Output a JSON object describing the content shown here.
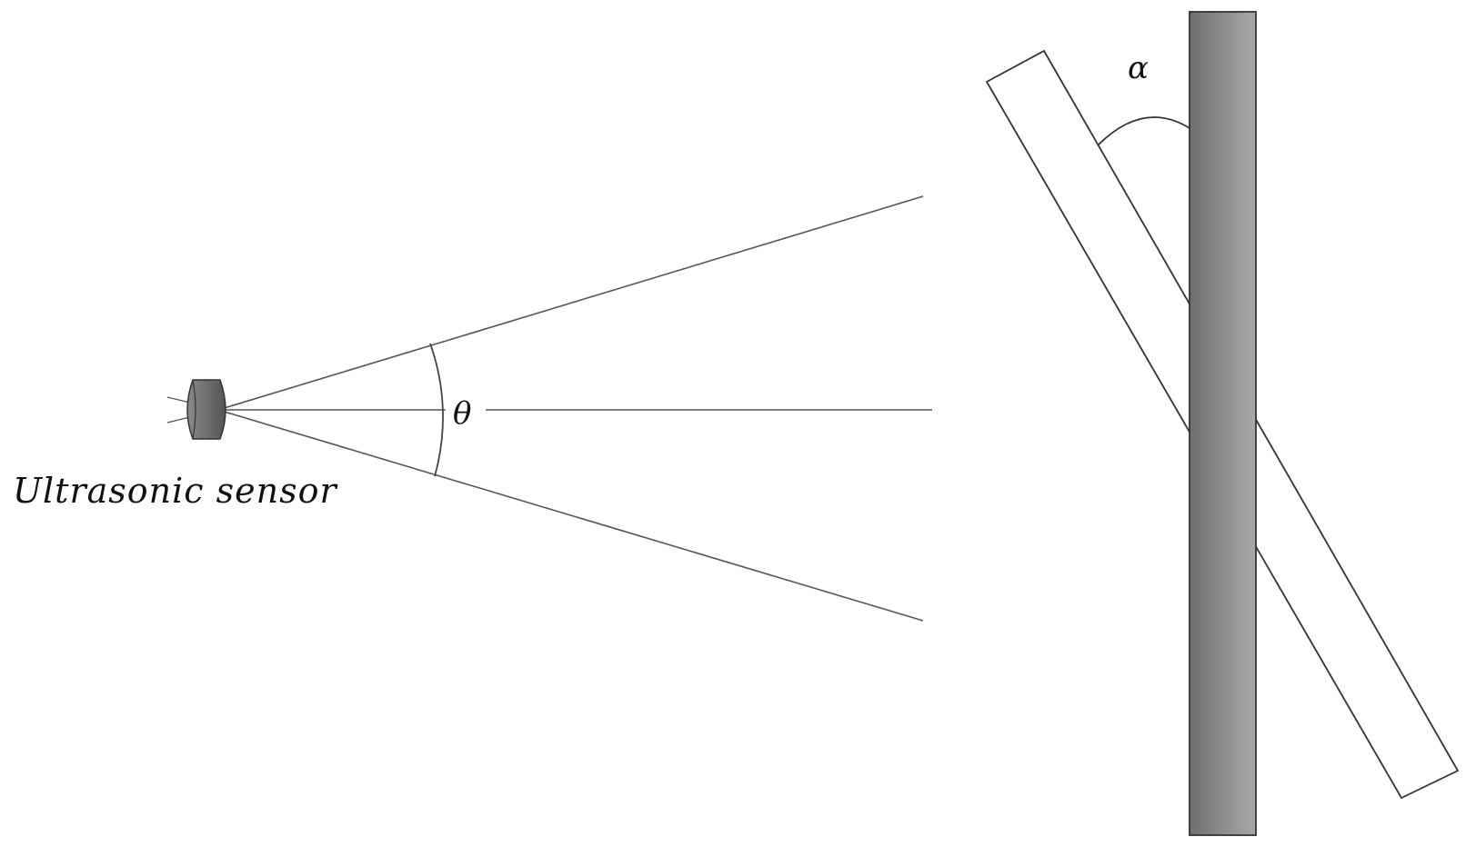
{
  "labels": {
    "sensor": "Ultrasonic sensor",
    "beam_angle": "θ",
    "plate_angle": "α"
  },
  "icons": {
    "sensor": "ultrasonic-sensor-icon"
  },
  "colors": {
    "line": "#333333",
    "wall_dark": "#6f6f6f",
    "wall_light": "#a6a6a6",
    "sensor_body": "#6b6b6b",
    "background": "#ffffff"
  }
}
